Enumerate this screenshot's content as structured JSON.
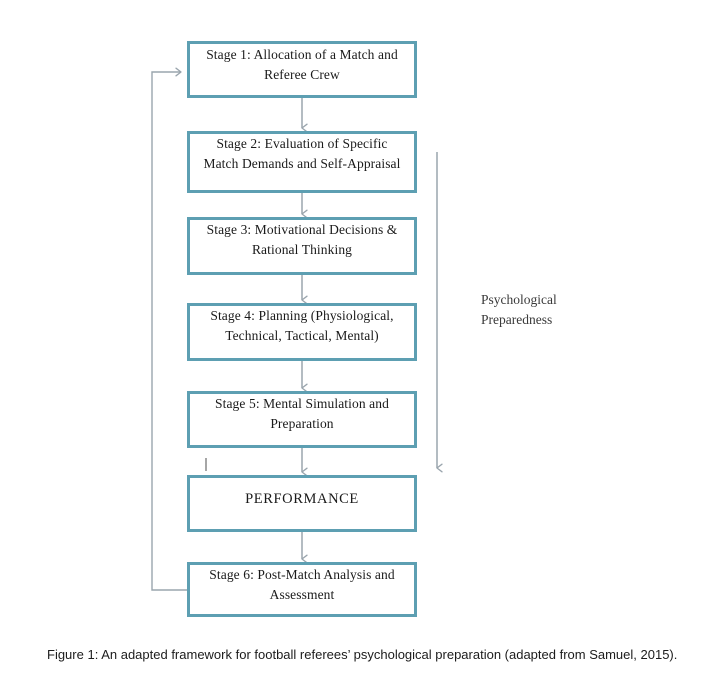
{
  "figure": {
    "caption": "Figure 1: An adapted framework for football referees’ psychological preparation (adapted from Samuel, 2015).",
    "colors": {
      "box_border": "#5d9fb2",
      "box_fill": "#ffffff",
      "arrow": "#9aa5ad",
      "text": "#1a1a1a",
      "background": "#ffffff"
    }
  },
  "flow": {
    "boxes": [
      {
        "id": "stage-1",
        "label": "Stage 1: Allocation of a Match and\nReferee Crew"
      },
      {
        "id": "stage-2",
        "label": "Stage 2: Evaluation of Specific\nMatch Demands and Self-Appraisal"
      },
      {
        "id": "stage-3",
        "label": "Stage 3: Motivational Decisions &\nRational Thinking"
      },
      {
        "id": "stage-4",
        "label": "Stage 4: Planning (Physiological,\nTechnical, Tactical, Mental)"
      },
      {
        "id": "stage-5",
        "label": "Stage 5: Mental Simulation and\nPreparation"
      },
      {
        "id": "performance",
        "label": "PERFORMANCE"
      },
      {
        "id": "stage-6",
        "label": "Stage 6: Post-Match Analysis and\nAssessment"
      }
    ],
    "annotations": {
      "psychological_preparedness": "Psychological\nPreparedness"
    }
  },
  "chart_data": {
    "type": "diagram",
    "subtype": "vertical-flowchart",
    "title": "An adapted framework for football referees’ psychological preparation",
    "nodes": [
      {
        "id": "stage-1",
        "order": 1,
        "text": "Stage 1: Allocation of a Match and Referee Crew"
      },
      {
        "id": "stage-2",
        "order": 2,
        "text": "Stage 2: Evaluation of Specific Match Demands and Self-Appraisal"
      },
      {
        "id": "stage-3",
        "order": 3,
        "text": "Stage 3: Motivational Decisions & Rational Thinking"
      },
      {
        "id": "stage-4",
        "order": 4,
        "text": "Stage 4: Planning (Physiological, Technical, Tactical, Mental)"
      },
      {
        "id": "stage-5",
        "order": 5,
        "text": "Stage 5: Mental Simulation and Preparation"
      },
      {
        "id": "performance",
        "order": 6,
        "text": "PERFORMANCE"
      },
      {
        "id": "stage-6",
        "order": 7,
        "text": "Stage 6: Post-Match Analysis and Assessment"
      }
    ],
    "edges": [
      {
        "from": "stage-1",
        "to": "stage-2",
        "kind": "down-arrow"
      },
      {
        "from": "stage-2",
        "to": "stage-3",
        "kind": "down-arrow"
      },
      {
        "from": "stage-3",
        "to": "stage-4",
        "kind": "down-arrow"
      },
      {
        "from": "stage-4",
        "to": "stage-5",
        "kind": "down-arrow"
      },
      {
        "from": "stage-5",
        "to": "performance",
        "kind": "down-arrow"
      },
      {
        "from": "performance",
        "to": "stage-6",
        "kind": "down-arrow"
      },
      {
        "from": "stage-6",
        "to": "stage-1",
        "kind": "feedback-loop-left"
      }
    ],
    "span_annotation": {
      "label": "Psychological Preparedness",
      "spans_from": "stage-2",
      "spans_to": "stage-5",
      "kind": "long-down-arrow-right"
    }
  }
}
